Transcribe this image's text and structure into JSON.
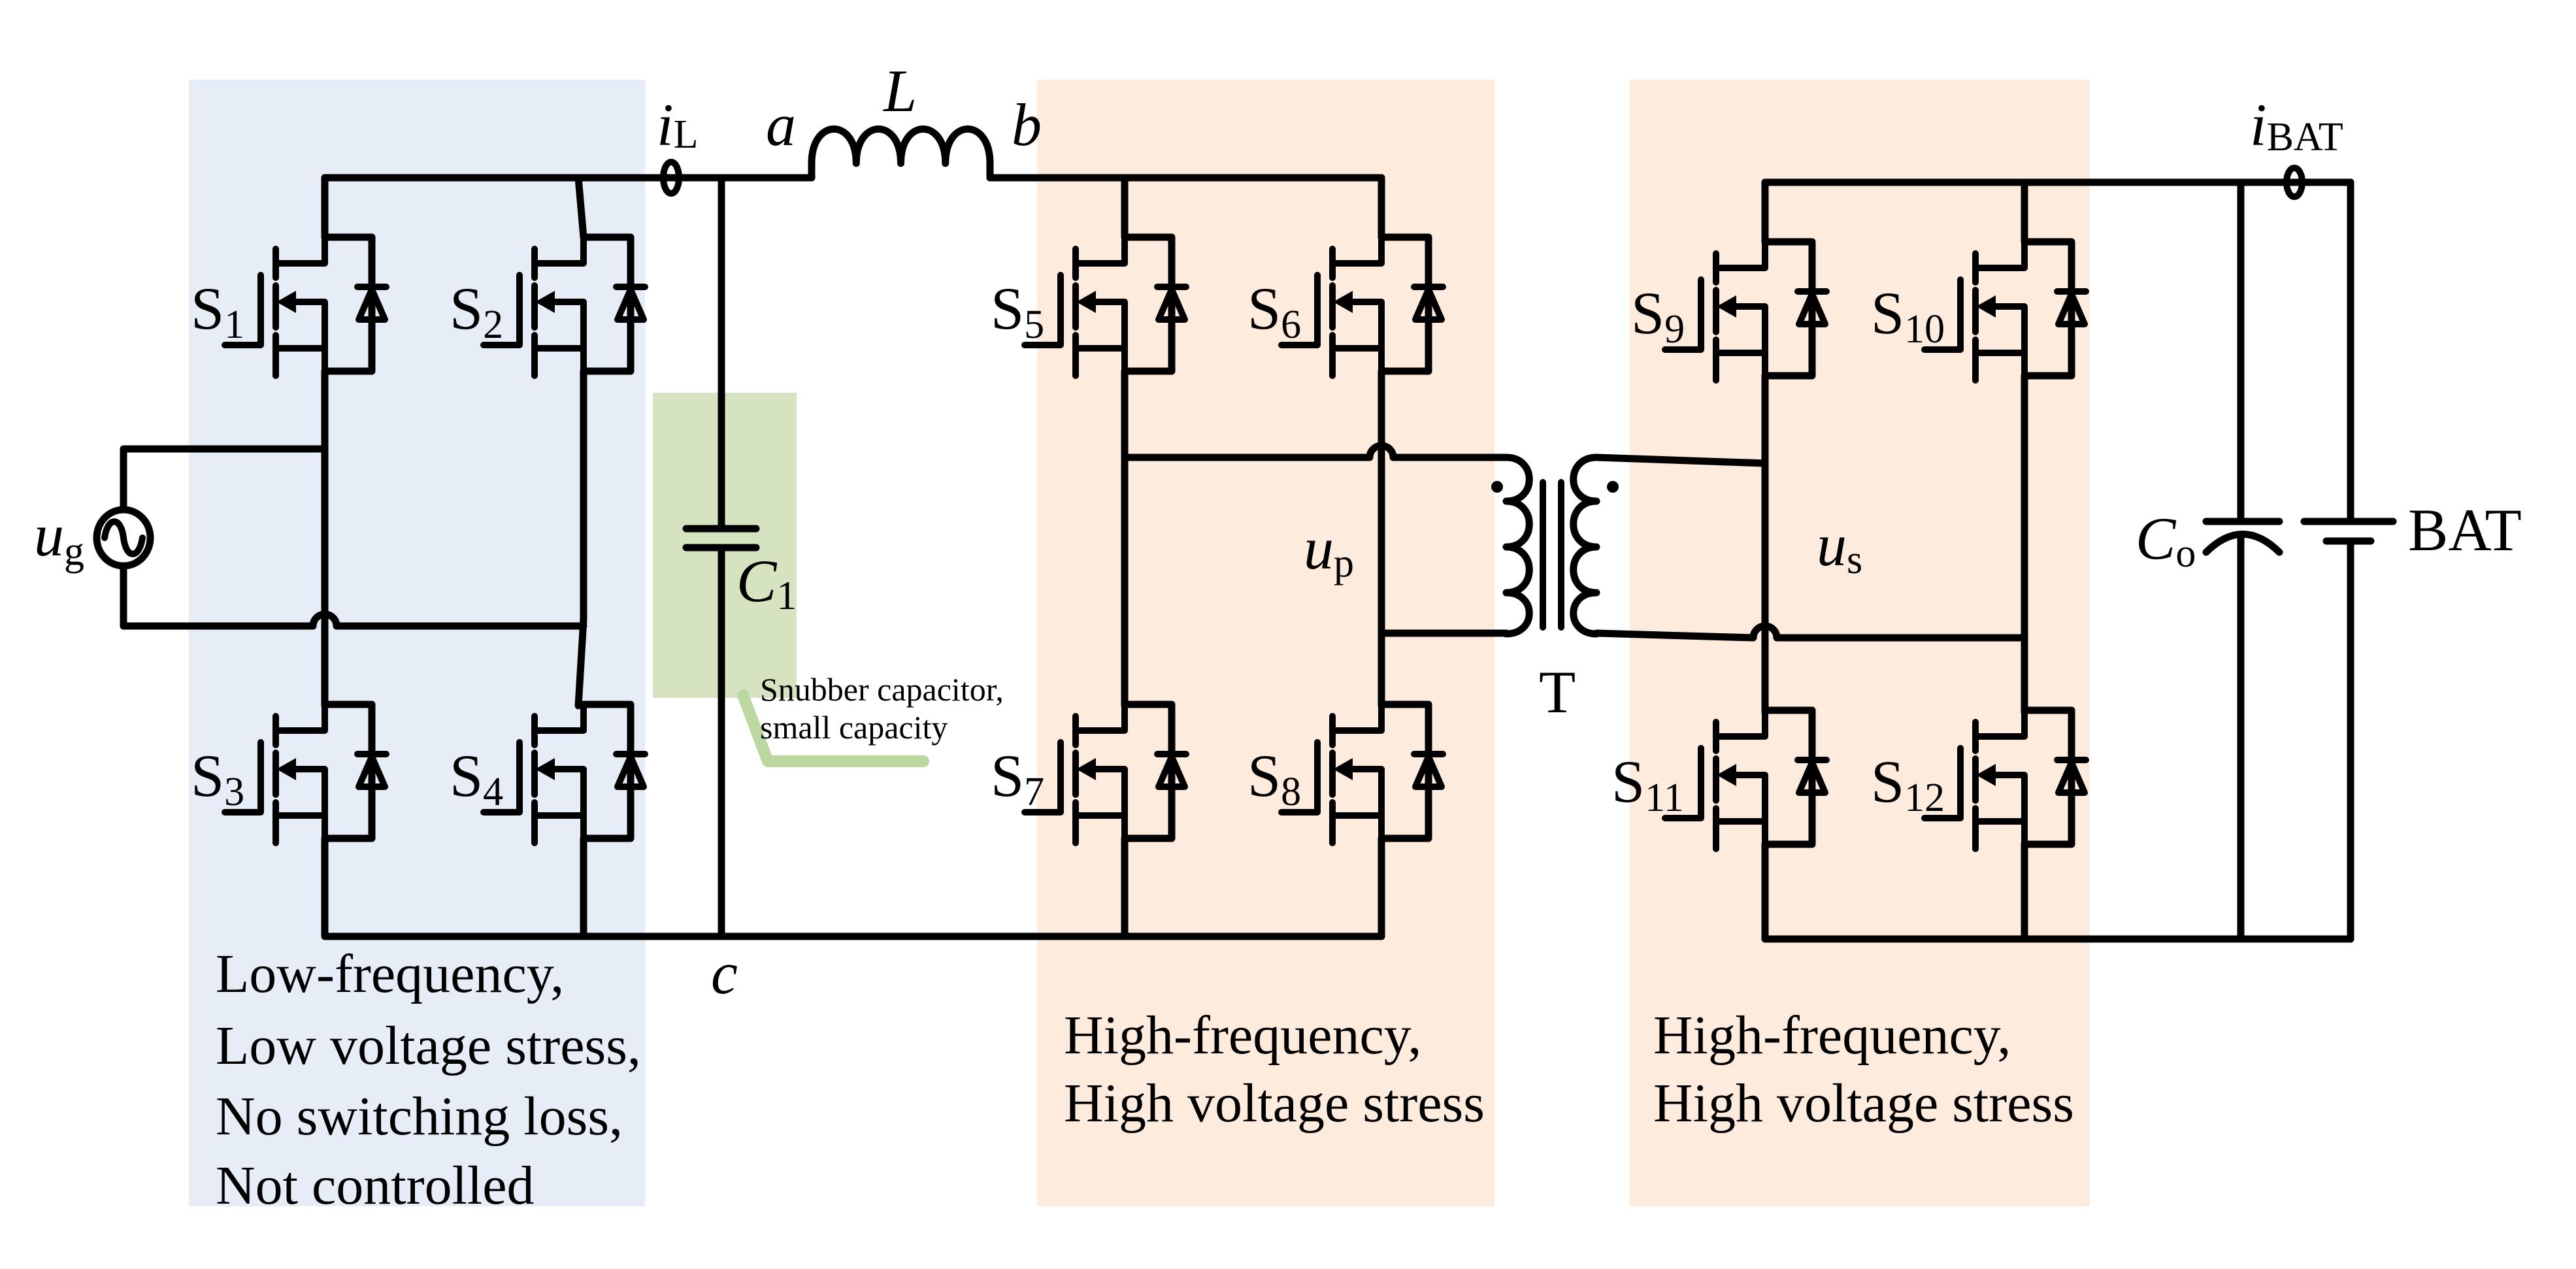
{
  "figure": {
    "regions": [
      {
        "id": "bridge-rectifier",
        "color": "#E6EDF6",
        "lines": [
          "Low-frequency,",
          "Low voltage stress,",
          "No switching loss,",
          "Not controlled"
        ]
      },
      {
        "id": "primary-full-bridge",
        "color": "#FDEBDD",
        "lines": [
          "High-frequency,",
          "High voltage stress"
        ]
      },
      {
        "id": "secondary-full-bridge",
        "color": "#FDEBDD",
        "lines": [
          "High-frequency,",
          "High voltage stress"
        ]
      }
    ],
    "snubber": {
      "color": "#D5E3C1",
      "leader_color": "#BDD7A0",
      "lines": [
        "Snubber capacitor,",
        "small capacity"
      ]
    },
    "switches": [
      {
        "name": "S",
        "sub": "1"
      },
      {
        "name": "S",
        "sub": "2"
      },
      {
        "name": "S",
        "sub": "3"
      },
      {
        "name": "S",
        "sub": "4"
      },
      {
        "name": "S",
        "sub": "5"
      },
      {
        "name": "S",
        "sub": "6"
      },
      {
        "name": "S",
        "sub": "7"
      },
      {
        "name": "S",
        "sub": "8"
      },
      {
        "name": "S",
        "sub": "9"
      },
      {
        "name": "S",
        "sub": "10"
      },
      {
        "name": "S",
        "sub": "11"
      },
      {
        "name": "S",
        "sub": "12"
      }
    ],
    "labels": {
      "source": {
        "main": "u",
        "sub": "g"
      },
      "inductor_current": {
        "main": "i",
        "sub": "L"
      },
      "node_a": "a",
      "inductor": "L",
      "node_b": "b",
      "node_c": "c",
      "capacitor_c1": {
        "main": "C",
        "sub": "1"
      },
      "primary_voltage": {
        "main": "u",
        "sub": "p"
      },
      "secondary_voltage": {
        "main": "u",
        "sub": "s"
      },
      "transformer": "T",
      "output_capacitor": {
        "main": "C",
        "sub": "o"
      },
      "battery_current": {
        "main": "i",
        "sub": "BAT"
      },
      "battery": "BAT"
    }
  }
}
